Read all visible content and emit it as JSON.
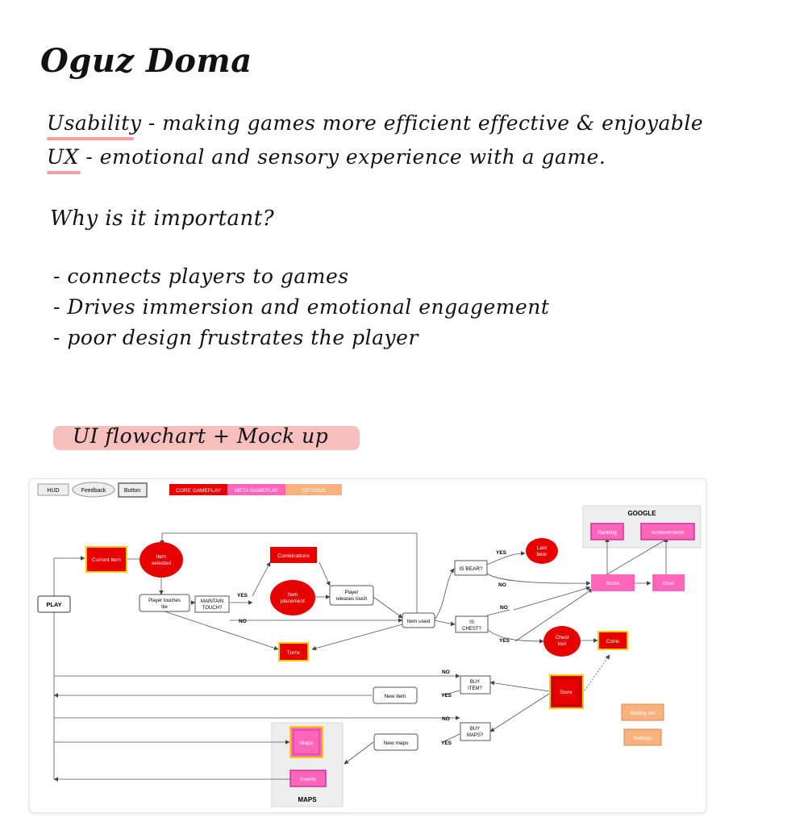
{
  "notes": {
    "title": "Oguz Doma",
    "usability_term": "Usability",
    "usability_def": " - making games more efficient effective & enjoyable",
    "ux_term": "UX",
    "ux_def": " - emotional and sensory experience with a game.",
    "why": "Why is it important?",
    "bullets": [
      "- connects players to games",
      "- Drives immersion and emotional engagement",
      "- poor design frustrates the player"
    ],
    "flow_heading": "UI flowchart + Mock up"
  },
  "legend": {
    "hud": "HUD",
    "feedback": "Feedback",
    "button": "Button",
    "core": "CORE GAMEPLAY",
    "meta": "META GAMEPLAY",
    "options": "OPTIONS"
  },
  "groups": {
    "google": "GOOGLE",
    "maps": "MAPS"
  },
  "nodes": {
    "play": "PLAY",
    "current_item": "Current Item",
    "item_selected": [
      "Item",
      "selected"
    ],
    "player_touches": [
      "Player touches",
      "tile"
    ],
    "maintain_touch": [
      "MAINTAIN",
      "TOUCH?"
    ],
    "combinations": "Combinations",
    "item_placement": [
      "Item",
      "placement"
    ],
    "player_releases": [
      "Player",
      "releases touch"
    ],
    "item_used": "Item used",
    "turns": "Turns",
    "is_bear": "IS BEAR?",
    "last_bear": [
      "Last",
      "bear"
    ],
    "is_chest": [
      "IS",
      "CHEST?"
    ],
    "chest_loot": [
      "Chest",
      "loot"
    ],
    "coins": "Coins",
    "score": "Score",
    "goal": "Goal",
    "ranking": "Ranking",
    "achievements": "Achievements",
    "store": "Store",
    "buy_item": [
      "BUY",
      "ITEM?"
    ],
    "buy_maps": [
      "BUY",
      "MAPS?"
    ],
    "new_item": "New item",
    "new_maps": "New maps",
    "maps": "Maps",
    "events": "Events",
    "mailing_list": "Mailing list",
    "settings": "Settings"
  },
  "edge_labels": {
    "yes": "YES",
    "no": "NO"
  },
  "colors": {
    "core": "#e60000",
    "meta": "#ff66bb",
    "options": "#f9b27d",
    "highlight": "#ffcc00",
    "group_bg": "#eeeeee",
    "underline": "#f4a0a0"
  }
}
